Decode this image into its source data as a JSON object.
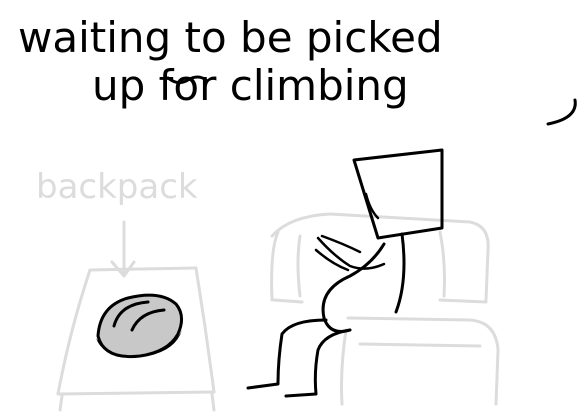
{
  "caption": {
    "line1": "waiting to be picked",
    "line2": "up for climbing"
  },
  "label": {
    "backpack": "backpack"
  },
  "colors": {
    "ink": "#000000",
    "sketch": "#dcdcdc",
    "background": "#ffffff",
    "rock_fill": "#c8c8c8"
  }
}
